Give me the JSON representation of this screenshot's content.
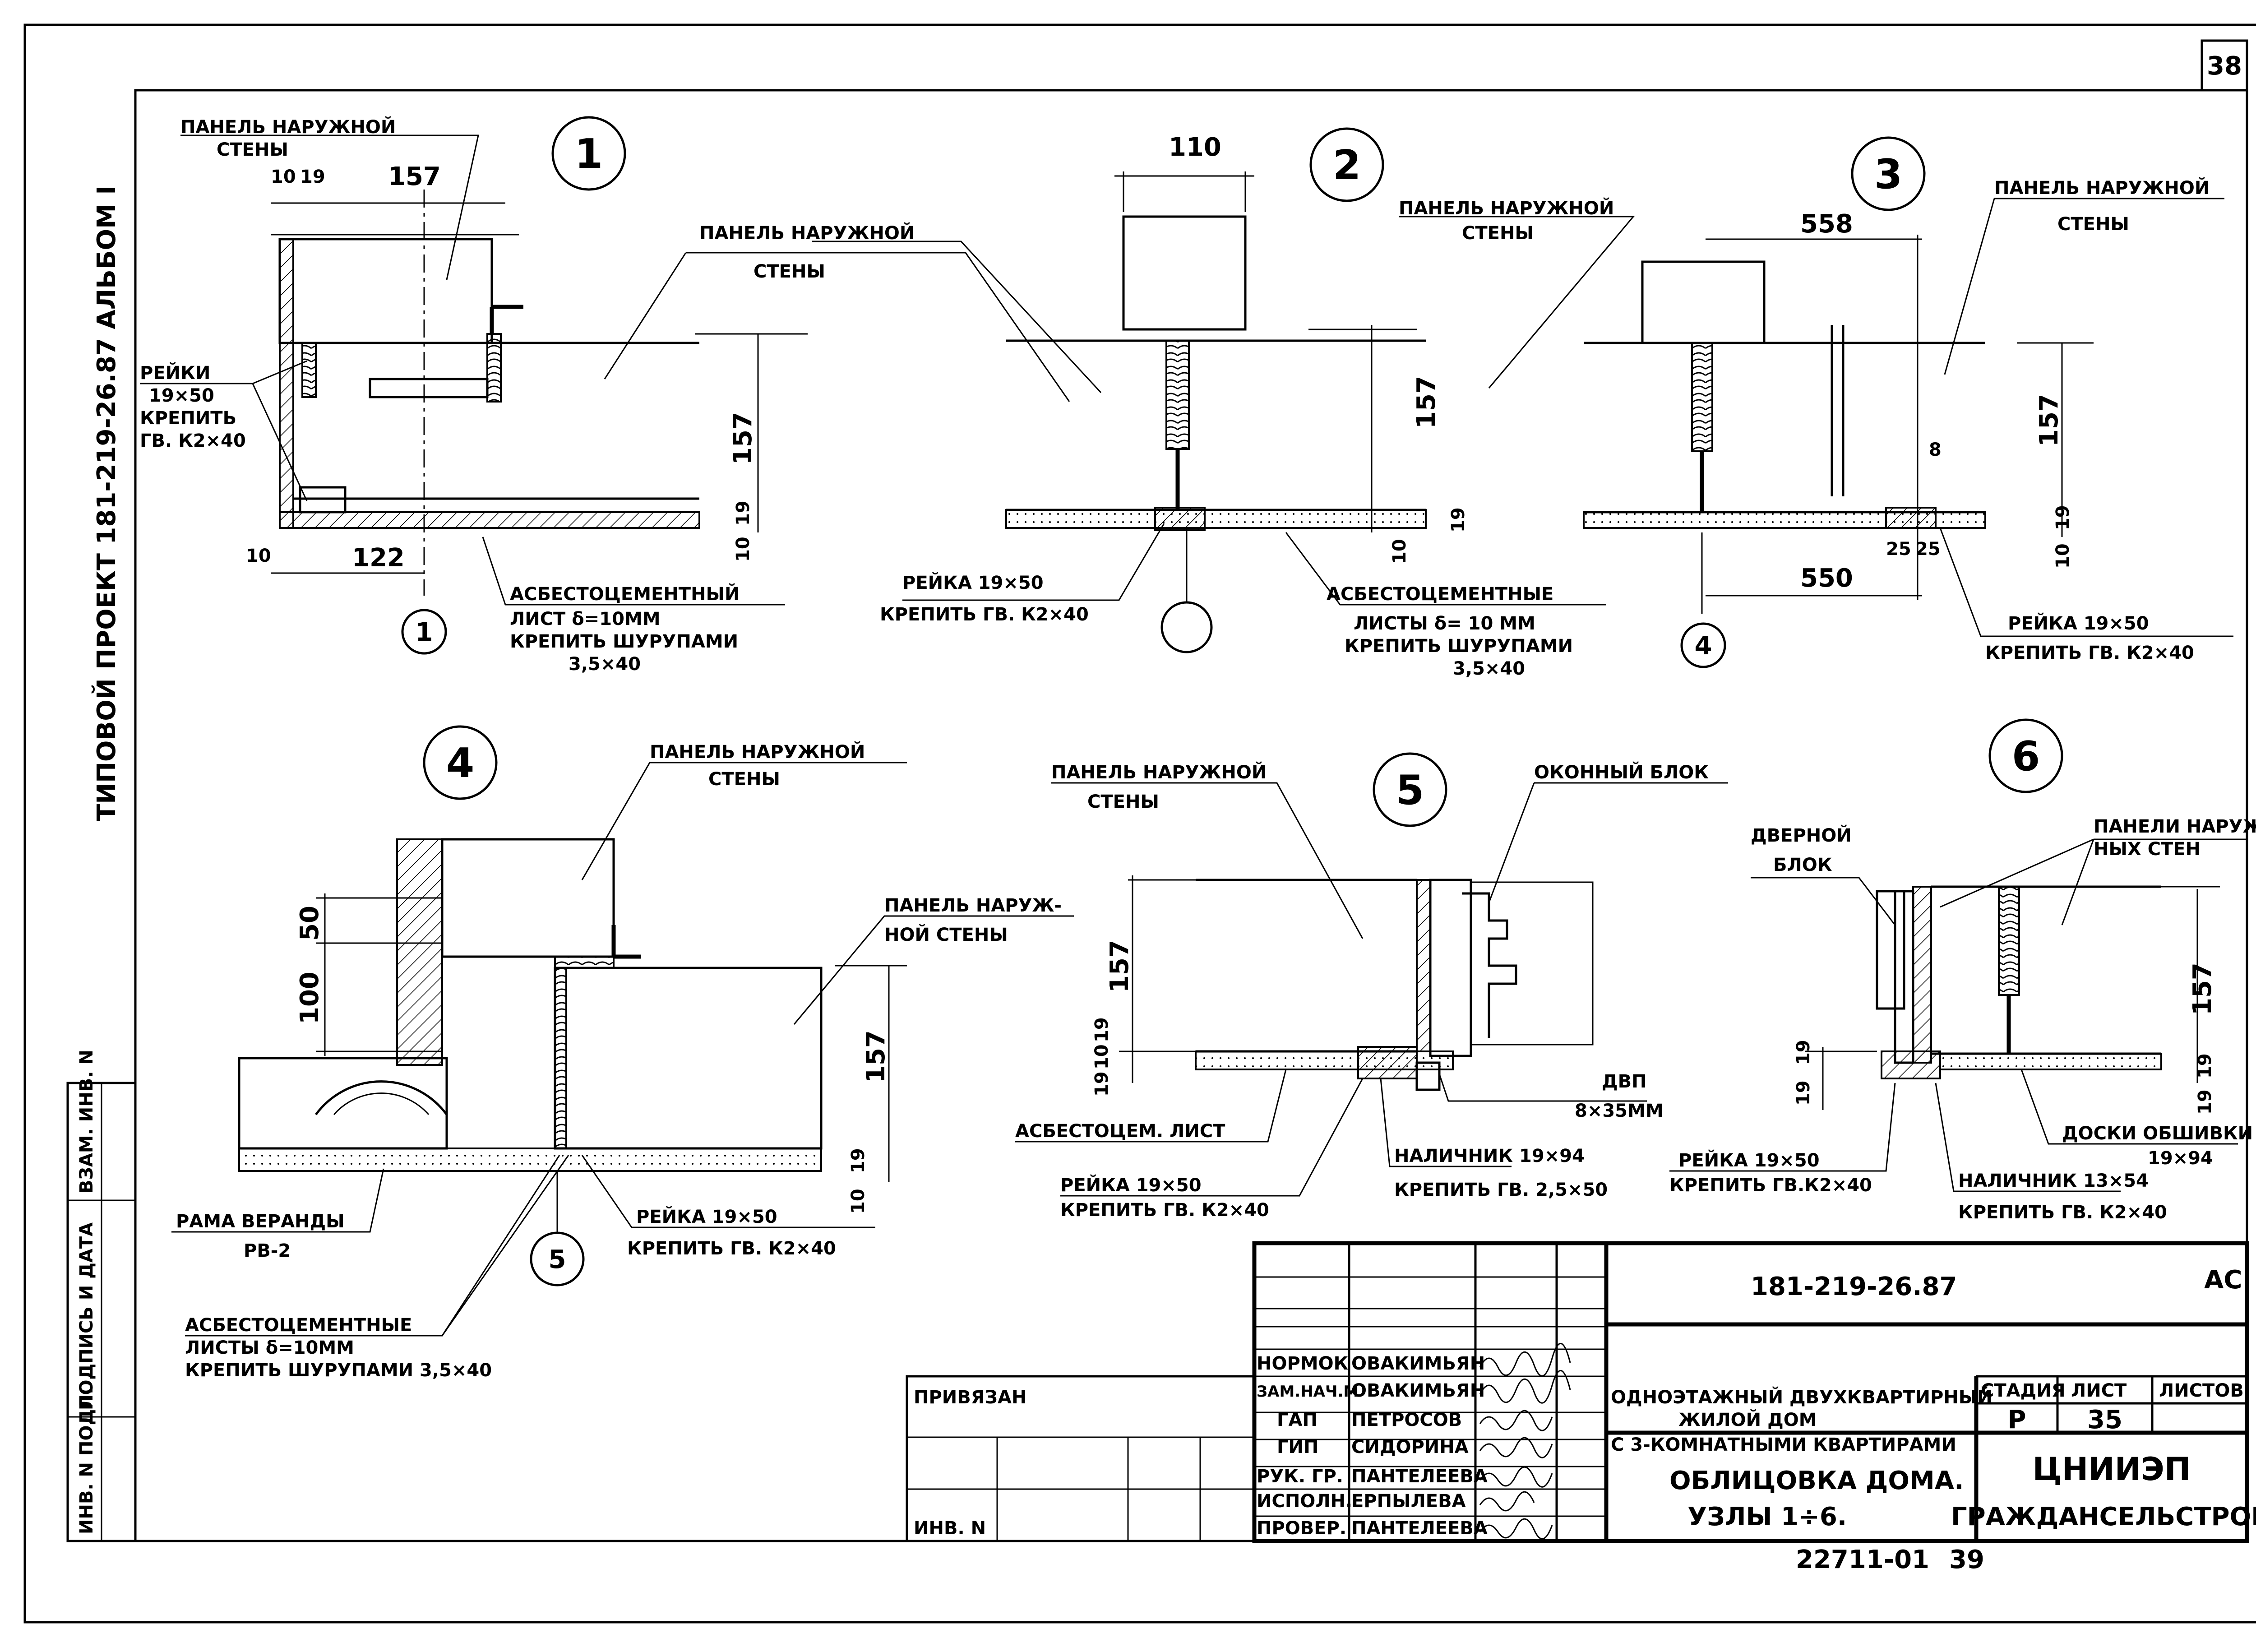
{
  "sheet_number": "38",
  "left_margin": {
    "project_line": "ТИПОВОЙ ПРОЕКТ 181-219-26.87 АЛЬБОМ I",
    "stamp_columns": [
      "ИНВ. N ПОДЛ.",
      "ПОДПИСЬ И ДАТА",
      "ВЗАМ. ИНВ. N"
    ]
  },
  "nodes": {
    "n1": {
      "number": "1",
      "section_mark": "1",
      "dims": [
        "10",
        "19",
        "157",
        "157",
        "19",
        "10",
        "10",
        "122"
      ],
      "labels": {
        "panel_top": [
          "ПАНЕЛЬ НАРУЖНОЙ",
          "СТЕНЫ"
        ],
        "panel_main": [
          "ПАНЕЛЬ НАРУЖНОЙ",
          "СТЕНЫ"
        ],
        "battens": [
          "РЕЙКИ",
          "19×50",
          "КРЕПИТЬ",
          "ГВ. К2×40"
        ],
        "sheet": [
          "АСБЕСТОЦЕМЕНТНЫЙ",
          "ЛИСТ δ=10ММ",
          "КРЕПИТЬ ШУРУПАМИ",
          "3,5×40"
        ]
      }
    },
    "n2": {
      "number": "2",
      "dims": [
        "110",
        "157",
        "10",
        "19"
      ],
      "labels": {
        "panel": [
          "ПАНЕЛЬ НАРУЖНОЙ",
          "СТЕНЫ"
        ],
        "batten": [
          "РЕЙКА 19×50",
          "КРЕПИТЬ ГВ. К2×40"
        ],
        "sheets": [
          "АСБЕСТОЦЕМЕНТНЫЕ",
          "ЛИСТЫ δ= 10 ММ",
          "КРЕПИТЬ ШУРУПАМИ",
          "3,5×40"
        ]
      }
    },
    "n3": {
      "number": "3",
      "section_mark": "4",
      "dims": [
        "558",
        "157",
        "8",
        "10",
        "19",
        "25",
        "25",
        "550"
      ],
      "labels": {
        "panel": [
          "ПАНЕЛЬ НАРУЖНОЙ",
          "СТЕНЫ"
        ],
        "batten": [
          "РЕЙКА 19×50",
          "КРЕПИТЬ ГВ. К2×40"
        ]
      }
    },
    "n4": {
      "number": "4",
      "section_mark": "5",
      "dims": [
        "50",
        "100",
        "157",
        "19",
        "10"
      ],
      "labels": {
        "panel_top": [
          "ПАНЕЛЬ НАРУЖНОЙ",
          "СТЕНЫ"
        ],
        "panel_right": [
          "ПАНЕЛЬ НАРУЖ-",
          "НОЙ СТЕНЫ"
        ],
        "frame": [
          "РАМА ВЕРАНДЫ",
          "РВ-2"
        ],
        "batten": [
          "РЕЙКА 19×50",
          "КРЕПИТЬ ГВ. К2×40"
        ],
        "sheets": [
          "АСБЕСТОЦЕМЕНТНЫЕ",
          "ЛИСТЫ δ=10ММ",
          "КРЕПИТЬ ШУРУПАМИ 3,5×40"
        ]
      }
    },
    "n5": {
      "number": "5",
      "dims": [
        "157",
        "19",
        "10",
        "19"
      ],
      "labels": {
        "panel": [
          "ПАНЕЛЬ НАРУЖНОЙ",
          "СТЕНЫ"
        ],
        "window": [
          "ОКОННЫЙ БЛОК"
        ],
        "dvp": [
          "ДВП",
          "8×35ММ"
        ],
        "sheet": [
          "АСБЕСТОЦЕМ. ЛИСТ"
        ],
        "batten": [
          "РЕЙКА 19×50",
          "КРЕПИТЬ ГВ. К2×40"
        ],
        "casing": [
          "НАЛИЧНИК 19×94",
          "КРЕПИТЬ ГВ. 2,5×50"
        ]
      }
    },
    "n6": {
      "number": "6",
      "dims": [
        "157",
        "19",
        "19",
        "19",
        "19"
      ],
      "labels": {
        "door": [
          "ДВЕРНОЙ",
          "БЛОК"
        ],
        "panels": [
          "ПАНЕЛИ НАРУЖ",
          "НЫХ СТЕН"
        ],
        "boards": [
          "ДОСКИ ОБШИВКИ",
          "19×94"
        ],
        "batten": [
          "РЕЙКА 19×50",
          "КРЕПИТЬ ГВ.К2×40"
        ],
        "casing": [
          "НАЛИЧНИК 13×54",
          "КРЕПИТЬ ГВ. К2×40"
        ]
      }
    }
  },
  "title_block": {
    "code": "181-219-26.87",
    "code_suffix": "АС",
    "signatures": [
      {
        "role": "НОРМОК",
        "name": "ОВАКИМЬЯН"
      },
      {
        "role": "ЗАМ.НАЧ.М",
        "name": "ОВАКИМЬЯН"
      },
      {
        "role": "ГАП",
        "name": "ПЕТРОСОВ"
      },
      {
        "role": "ГИП",
        "name": "СИДОРИНА"
      },
      {
        "role": "РУК. ГР.",
        "name": "ПАНТЕЛЕЕВА"
      },
      {
        "role": "ИСПОЛН.",
        "name": "ЕРПЫЛЕВА"
      },
      {
        "role": "ПРОВЕР.",
        "name": "ПАНТЕЛЕЕВА"
      }
    ],
    "privyazan": "ПРИВЯЗАН",
    "inv_no": "ИНВ. N",
    "building": [
      "ОДНОЭТАЖНЫЙ ДВУХКВАРТИРНЫЙ",
      "ЖИЛОЙ ДОМ",
      "С 3-КОМНАТНЫМИ КВАРТИРАМИ"
    ],
    "sheet_title": [
      "ОБЛИЦОВКА ДОМА.",
      "УЗЛЫ 1÷6."
    ],
    "stage_header": "СТАДИЯ",
    "sheet_header": "ЛИСТ",
    "sheets_header": "ЛИСТОВ",
    "stage": "Р",
    "sheet": "35",
    "sheets": "",
    "org": [
      "ЦНИИЭП",
      "ГРАЖДАНСЕЛЬСТРОЙ"
    ],
    "archive": "22711-01",
    "archive_page": "39"
  }
}
